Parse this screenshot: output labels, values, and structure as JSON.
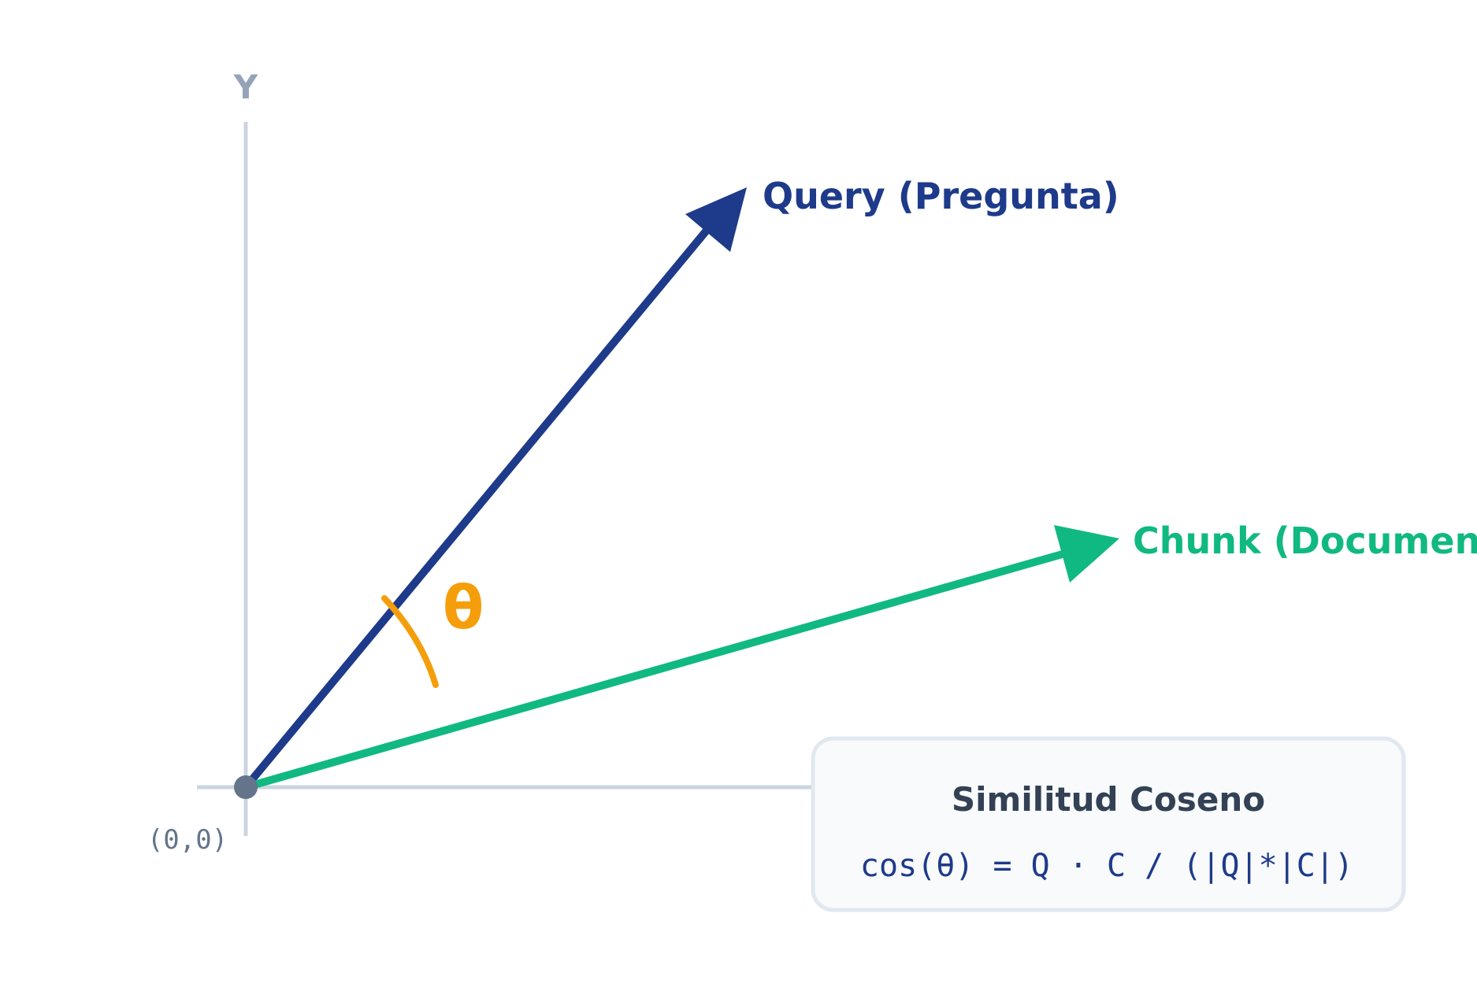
{
  "axes": {
    "y_label": "Y",
    "origin_label": "(0,0)"
  },
  "vectors": {
    "query": {
      "label": "Query (Pregunta)",
      "color": "#1e3a8a"
    },
    "chunk": {
      "label": "Chunk (Documento)",
      "color": "#10b981"
    }
  },
  "angle": {
    "symbol": "θ",
    "color": "#f59e0b"
  },
  "formula_box": {
    "title": "Similitud Coseno",
    "formula": "cos(θ) = Q · C / (|Q|*|C|)"
  },
  "colors": {
    "axis": "#cbd5e1",
    "axis_label": "#94a3b8",
    "origin_dot": "#64748b",
    "box_bg": "#f8fafc",
    "box_border": "#e2e8f0",
    "title_text": "#334155"
  }
}
